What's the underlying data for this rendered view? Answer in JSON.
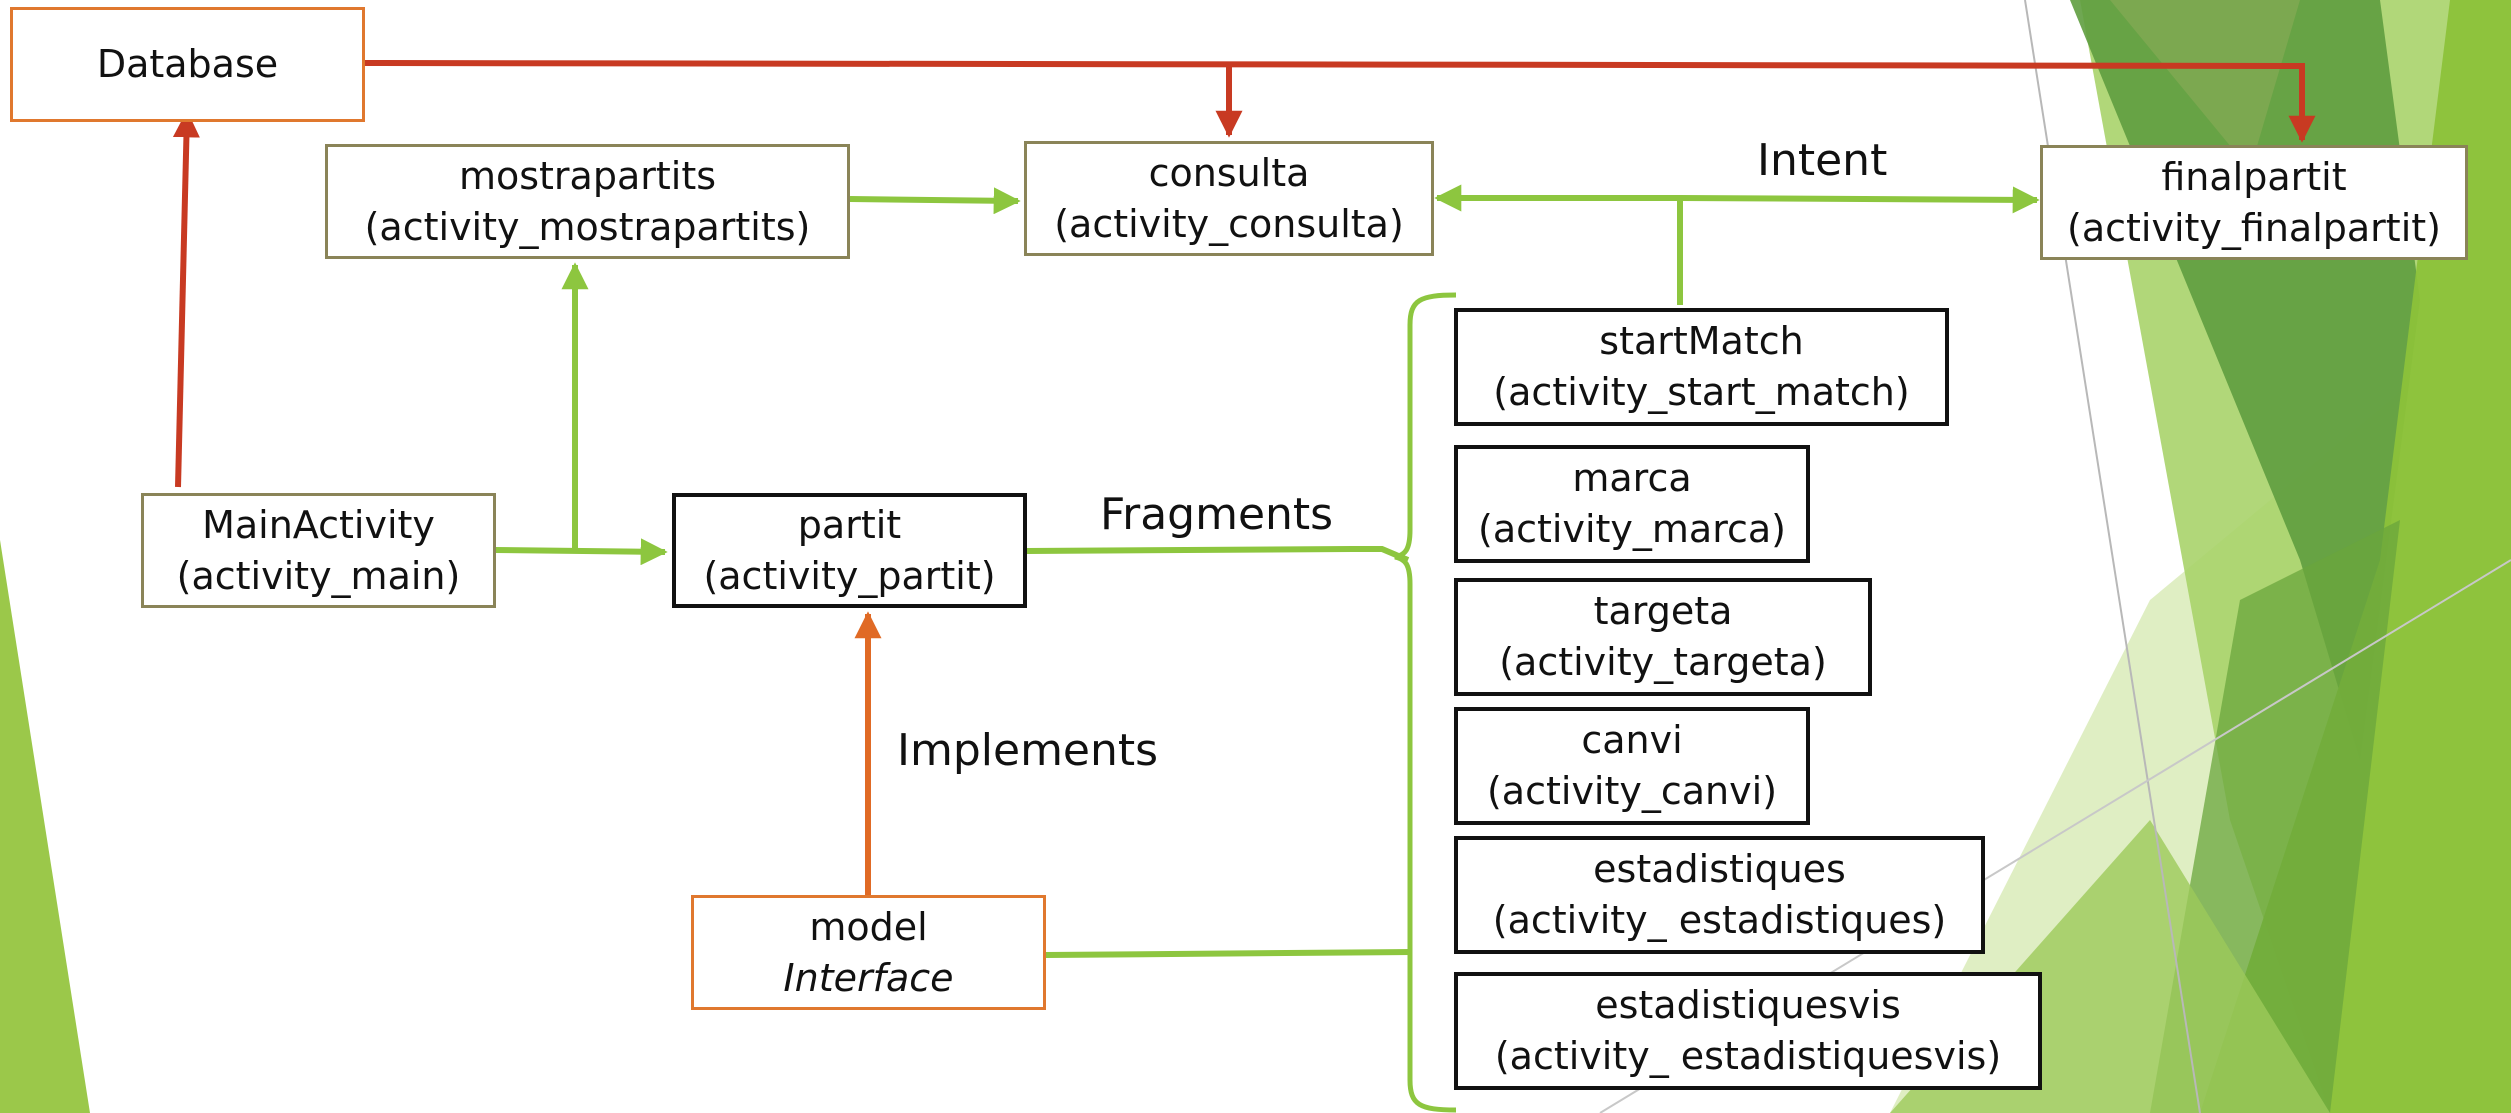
{
  "colors": {
    "arrow_red": "#c83a22",
    "arrow_green": "#8dc63f",
    "arrow_orange": "#e06a25",
    "bracket_green": "#8dc63f",
    "border_olive": "#8a8458",
    "border_black": "#111111",
    "border_orange": "#e0782e"
  },
  "nodes": {
    "database": {
      "line1": "Database"
    },
    "mostrapartits": {
      "line1": "mostrapartits",
      "line2": "(activity_mostrapartits)"
    },
    "consulta": {
      "line1": "consulta",
      "line2": "(activity_consulta)"
    },
    "finalpartit": {
      "line1": "finalpartit",
      "line2": "(activity_finalpartit)"
    },
    "mainactivity": {
      "line1": "MainActivity",
      "line2": "(activity_main)"
    },
    "partit": {
      "line1": "partit",
      "line2": "(activity_partit)"
    },
    "model": {
      "line1": "model",
      "line2": "Interface"
    },
    "startmatch": {
      "line1": "startMatch",
      "line2": "(activity_start_match)"
    },
    "marca": {
      "line1": "marca",
      "line2": "(activity_marca)"
    },
    "targeta": {
      "line1": "targeta",
      "line2": "(activity_targeta)"
    },
    "canvi": {
      "line1": "canvi",
      "line2": "(activity_canvi)"
    },
    "estadistiques": {
      "line1": "estadistiques",
      "line2": "(activity_ estadistiques)"
    },
    "estadistiquesvis": {
      "line1": "estadistiquesvis",
      "line2": "(activity_ estadistiquesvis)"
    }
  },
  "labels": {
    "intent": "Intent",
    "fragments": "Fragments",
    "implements": "Implements"
  }
}
